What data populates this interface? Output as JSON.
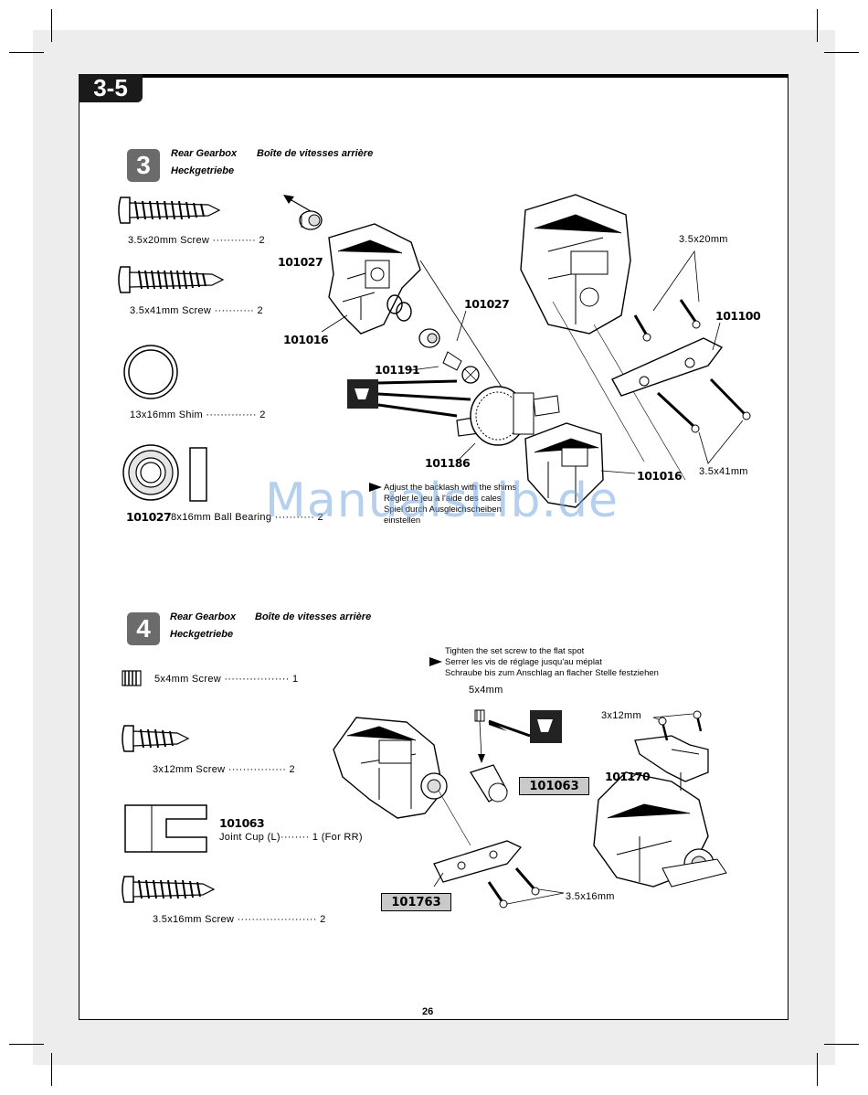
{
  "page": {
    "section": "3-5",
    "page_number": "26",
    "watermark": "ManualsLib.de"
  },
  "step3": {
    "number": "3",
    "title_en": "Rear Gearbox",
    "title_fr": "Boîte de vitesses arrière",
    "title_de": "Heckgetriebe",
    "parts": [
      {
        "label": "3.5x20mm  Screw ············ 2"
      },
      {
        "label": "3.5x41mm  Screw ··········· 2"
      },
      {
        "label": "13x16mm Shim  ·············· 2"
      },
      {
        "label": "8x16mm Ball Bearing ··········· 2",
        "number": "101027"
      }
    ],
    "callouts": {
      "bearing_top": "101027",
      "bearing_mid": "101027",
      "housing_left": "101016",
      "housing_right": "101016",
      "pinion": "101191",
      "diff": "101186",
      "mount": "101100",
      "screw_top": "3.5x20mm",
      "screw_bottom": "3.5x41mm"
    },
    "note": [
      "Adjust the backlash with the shims",
      "Régler le jeu à l'aide des cales",
      "Spiel durch Ausgleichscheiben",
      "einstellen"
    ]
  },
  "step4": {
    "number": "4",
    "title_en": "Rear Gearbox",
    "title_fr": "Boîte de vitesses arrière",
    "title_de": "Heckgetriebe",
    "parts": [
      {
        "label": "5x4mm  Screw ·················· 1"
      },
      {
        "label": "3x12mm Screw  ················ 2"
      },
      {
        "number": "101063",
        "label": "Joint  Cup (L)········  1 (For RR)"
      },
      {
        "label": "3.5x16mm  Screw ······················ 2"
      }
    ],
    "note": [
      "Tighten the set screw to the flat spot",
      "Serrer les vis de réglage jusqu'au méplat",
      "Schraube bis zum Anschlag an flacher Stelle festziehen"
    ],
    "callouts": {
      "set_screw": "5x4mm",
      "joint_cup": "101063",
      "screws_top": "3x12mm",
      "clamp": "101170",
      "mount": "101763",
      "screws_bottom": "3.5x16mm"
    }
  }
}
